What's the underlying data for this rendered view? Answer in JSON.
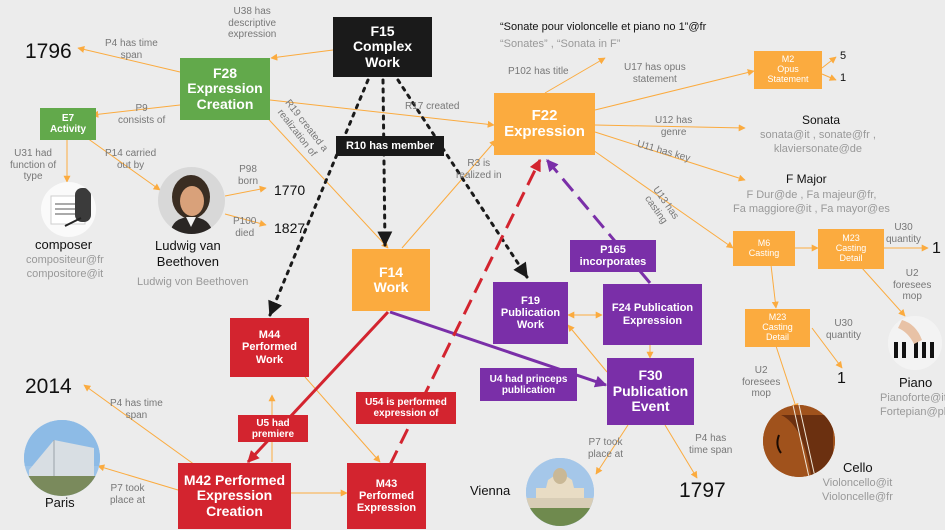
{
  "nodes": {
    "f15": {
      "line1": "F15",
      "line2": "Complex",
      "line3": "Work"
    },
    "f28": {
      "line1": "F28",
      "line2": "Expression",
      "line3": "Creation"
    },
    "e7": {
      "line1": "E7",
      "line2": "Activity"
    },
    "f22": {
      "line1": "F22",
      "line2": "Expression"
    },
    "f14": {
      "line1": "F14",
      "line2": "Work"
    },
    "m44": {
      "line1": "M44",
      "line2": "Performed",
      "line3": "Work"
    },
    "f19": {
      "line1": "F19",
      "line2": "Publication",
      "line3": "Work"
    },
    "f24": {
      "line1": "F24 Publication",
      "line2": "Expression"
    },
    "f30": {
      "line1": "F30",
      "line2": "Publication",
      "line3": "Event"
    },
    "m42": {
      "line1": "M42 Performed",
      "line2": "Expression",
      "line3": "Creation"
    },
    "m43": {
      "line1": "M43",
      "line2": "Performed",
      "line3": "Expression"
    },
    "m2": {
      "line1": "M2",
      "line2": "Opus",
      "line3": "Statement"
    },
    "m6": {
      "line1": "M6",
      "line2": "Casting"
    },
    "m23a": {
      "line1": "M23",
      "line2": "Casting",
      "line3": "Detail"
    },
    "m23b": {
      "line1": "M23",
      "line2": "Casting",
      "line3": "Detail"
    },
    "r10": {
      "line1": "R10 has member"
    },
    "p165": {
      "line1": "P165",
      "line2": "incorporates"
    },
    "u4": {
      "line1": "U4 had princeps",
      "line2": "publication"
    },
    "u5": {
      "line1": "U5 had",
      "line2": "premiere"
    },
    "u54": {
      "line1": "U54 is performed",
      "line2": "expression of"
    }
  },
  "edge_labels": {
    "u38": {
      "line1": "U38 has",
      "line2": "descriptive",
      "line3": "expression"
    },
    "p4_1796": {
      "line1": "P4 has time",
      "line2": "span"
    },
    "p9": {
      "line1": "P9",
      "line2": "consists of"
    },
    "u31": {
      "line1": "U31 had",
      "line2": "function of",
      "line3": "type"
    },
    "p14": {
      "line1": "P14 carried",
      "line2": "out by"
    },
    "p98": {
      "line1": "P98",
      "line2": "born"
    },
    "p100": {
      "line1": "P100",
      "line2": "died"
    },
    "r19": {
      "line1": "R19 created a",
      "line2": "realization of"
    },
    "r17": {
      "line1": "R17 created"
    },
    "r3": {
      "line1": "R3 is",
      "line2": "realized in"
    },
    "p102": {
      "line1": "P102 has title"
    },
    "u17": {
      "line1": "U17 has opus",
      "line2": "statement"
    },
    "u12": {
      "line1": "U12 has",
      "line2": "genre"
    },
    "u11": {
      "line1": "U11 has key"
    },
    "u13": {
      "line1": "U13 has",
      "line2": "casting"
    },
    "u30a": {
      "line1": "U30",
      "line2": "quantity"
    },
    "u2a": {
      "line1": "U2",
      "line2": "foresees",
      "line3": "mop"
    },
    "u30b": {
      "line1": "U30",
      "line2": "quantity"
    },
    "u2b": {
      "line1": "U2",
      "line2": "foresees",
      "line3": "mop"
    },
    "p4_2014": {
      "line1": "P4 has time",
      "line2": "span"
    },
    "p7_paris": {
      "line1": "P7 took",
      "line2": "place at"
    },
    "p7_vienna": {
      "line1": "P7 took",
      "line2": "place at"
    },
    "p4_1797": {
      "line1": "P4 has",
      "line2": "time span"
    }
  },
  "values": {
    "y1796": "1796",
    "y1770": "1770",
    "y1827": "1827",
    "y2014": "2014",
    "y1797": "1797",
    "opus5": "5",
    "opus1": "1",
    "qty1a": "1",
    "qty1b": "1",
    "title_main": "“Sonate pour violoncelle et piano no 1”@fr",
    "title_alt": "“Sonates” , “Sonata in F”",
    "genre": "Sonata",
    "genre_alt1": "sonata@it , sonate@fr ,",
    "genre_alt2": "klaviersonate@de",
    "key": "F Major",
    "key_alt1": "F Dur@de , Fa majeur@fr,",
    "key_alt2": "Fa maggiore@it , Fa mayor@es",
    "composer": "composer",
    "composer_alt1": "compositeur@fr",
    "composer_alt2": "compositore@it",
    "beethoven1": "Ludwig van",
    "beethoven2": "Beethoven",
    "beethoven_alt": "Ludwig von Beethoven",
    "paris": "Paris",
    "vienna": "Vienna",
    "piano": "Piano",
    "piano_alt1": "Pianoforte@it",
    "piano_alt2": "Fortepian@pl",
    "cello": "Cello",
    "cello_alt1": "Violoncello@it",
    "cello_alt2": "Violoncelle@fr"
  },
  "colors": {
    "orange": "#fbab3f",
    "green": "#62a94b",
    "black": "#1a1a1a",
    "purple": "#7a2fa8",
    "red": "#d3242f",
    "background": "#ececec"
  }
}
